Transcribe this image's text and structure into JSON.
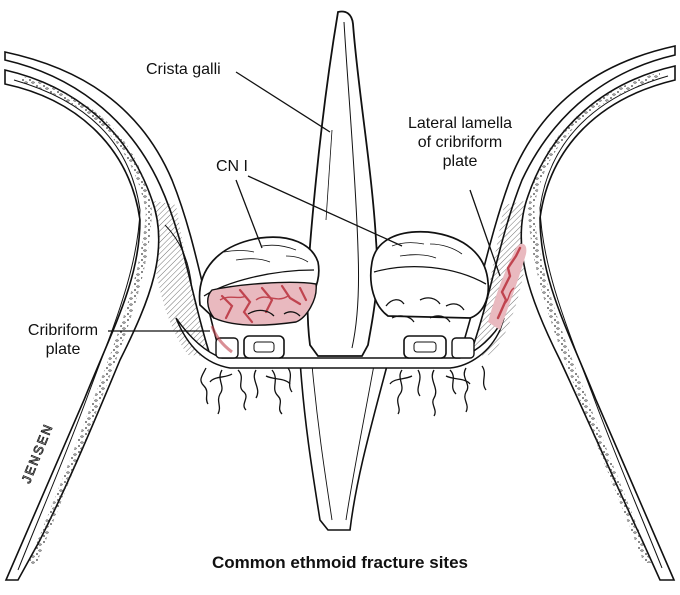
{
  "labels": {
    "crista_galli": "Crista galli",
    "cn1": "CN I",
    "lateral_lamella": "Lateral lamella of cribriform plate",
    "cribriform_plate": "Cribriform plate"
  },
  "caption": "Common ethmoid fracture sites",
  "signature": "JENSEN",
  "colors": {
    "line": "#111111",
    "fracture": "#c0444f",
    "fracture_light": "#e9b9bf",
    "background": "#ffffff"
  }
}
